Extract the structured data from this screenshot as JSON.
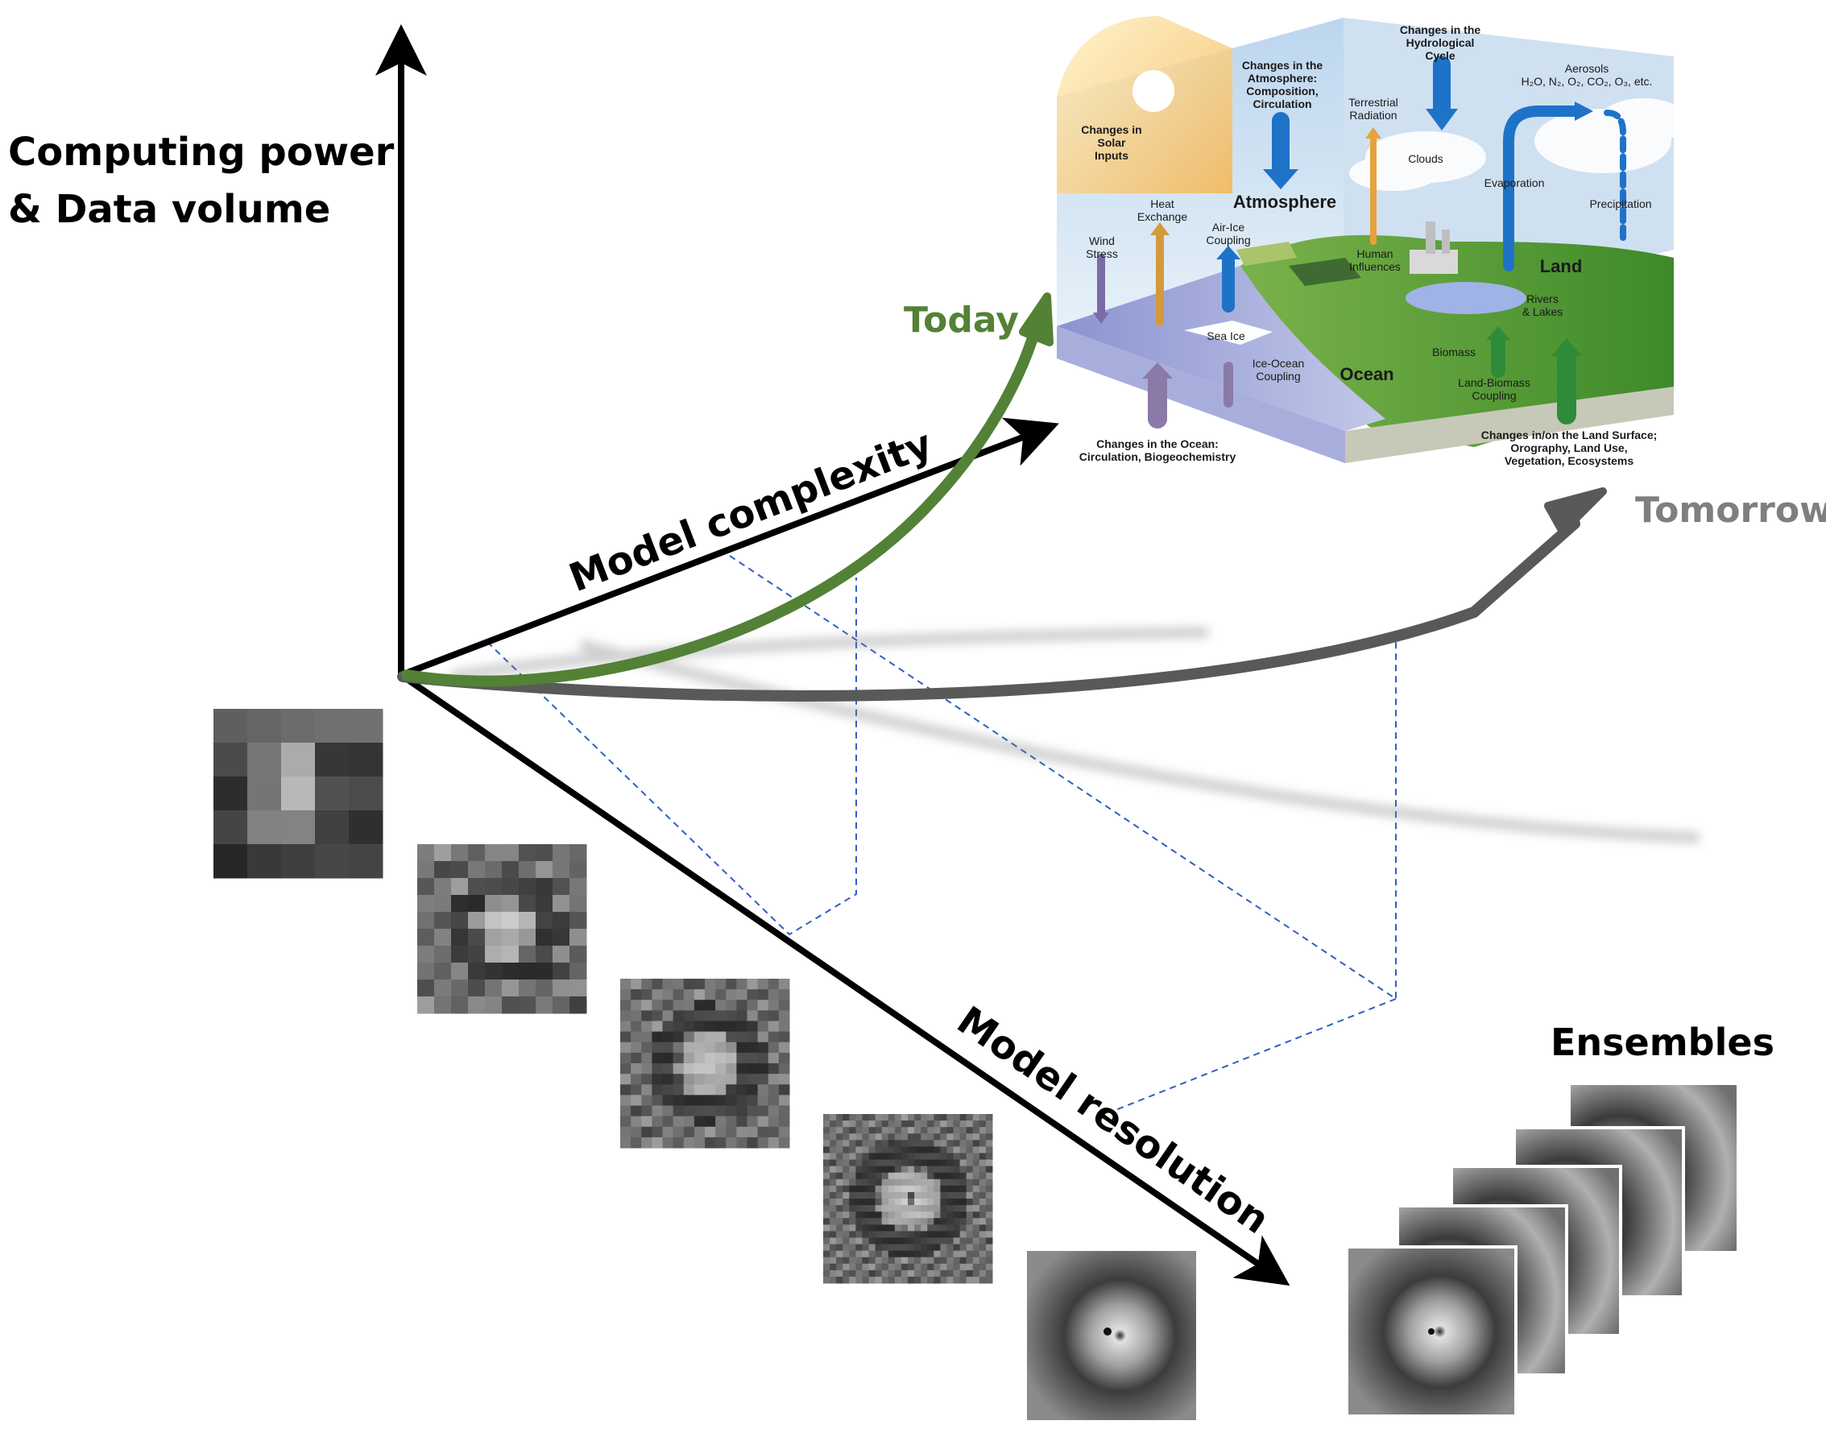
{
  "axes": {
    "y_label_line1": "Computing power",
    "y_label_line2": "& Data volume",
    "complexity_label": "Model complexity",
    "resolution_label": "Model resolution"
  },
  "trajectories": {
    "today": "Today",
    "tomorrow": "Tomorrow",
    "today_color": "#538135",
    "tomorrow_color": "#595959"
  },
  "ensembles_label": "Ensembles",
  "climate_system": {
    "hydrological_l1": "Changes in the",
    "hydrological_l2": "Hydrological",
    "hydrological_l3": "Cycle",
    "atmos_change_l1": "Changes in the",
    "atmos_change_l2": "Atmosphere:",
    "atmos_change_l3": "Composition,",
    "atmos_change_l4": "Circulation",
    "aerosols_l1": "Aerosols",
    "aerosols_l2": "H₂O, N₂, O₂, CO₂, O₃, etc.",
    "solar_l1": "Changes in",
    "solar_l2": "Solar",
    "solar_l3": "Inputs",
    "terrestrial_l1": "Terrestrial",
    "terrestrial_l2": "Radiation",
    "clouds": "Clouds",
    "evaporation": "Evaporation",
    "precipitation": "Precipitation",
    "atmosphere": "Atmosphere",
    "heat_l1": "Heat",
    "heat_l2": "Exchange",
    "wind_l1": "Wind",
    "wind_l2": "Stress",
    "airice_l1": "Air-Ice",
    "airice_l2": "Coupling",
    "human_l1": "Human",
    "human_l2": "Influences",
    "land": "Land",
    "rivers_l1": "Rivers",
    "rivers_l2": "& Lakes",
    "sea_ice": "Sea Ice",
    "iceocean_l1": "Ice-Ocean",
    "iceocean_l2": "Coupling",
    "ocean": "Ocean",
    "biomass": "Biomass",
    "landbio_l1": "Land-Biomass",
    "landbio_l2": "Coupling",
    "ocean_change_l1": "Changes in the Ocean:",
    "ocean_change_l2": "Circulation, Biogeochemistry",
    "land_change_l1": "Changes in/on the Land Surface;",
    "land_change_l2": "Orography, Land Use,",
    "land_change_l3": "Vegetation, Ecosystems"
  }
}
